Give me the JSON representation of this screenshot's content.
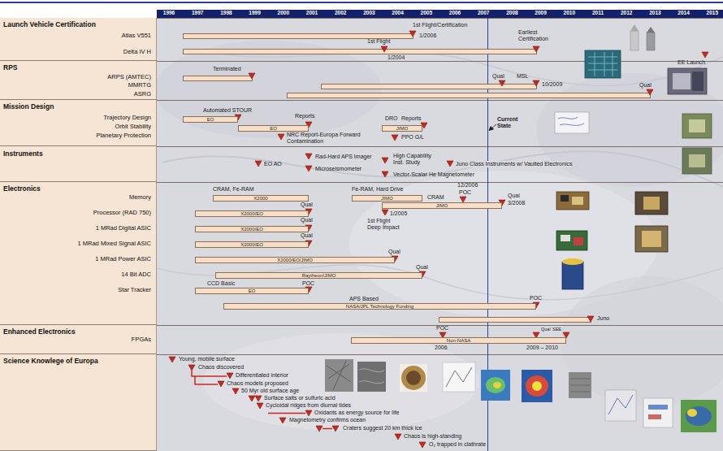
{
  "diagram": {
    "nodes": [
      {
        "text": [
          "Launch Vehicle Certification",
          "Atlas V551",
          "Delta IV H"
        ]
      },
      {
        "text": [
          "RPS",
          "ARPS (AMTEC)",
          "MMRTG",
          "ASRG"
        ]
      },
      {
        "text": [
          "Mission Design",
          "Trajectory Design",
          "Orbit Stability",
          "Planetary Protection"
        ]
      },
      {
        "text": [
          "Instruments"
        ]
      },
      {
        "text": [
          "Electronics",
          "Memory",
          "Processor (RAD 750)",
          "1 MRad Digital ASIC",
          "1 MRad Mixed Signal ASIC",
          "1 MRad Power ASIC",
          "14 Bit ADC",
          "Star Tracker"
        ]
      },
      {
        "text": [
          "Enhanced Electronics",
          "FPGAs"
        ]
      },
      {
        "text": [
          "Science Knowlege of Europa"
        ]
      },
      {
        "text": [
          "EO"
        ]
      },
      {
        "text": [
          "EO"
        ]
      },
      {
        "text": [
          "JIMO"
        ]
      },
      {
        "text": [
          "X2000"
        ]
      },
      {
        "text": [
          "JIMO"
        ]
      },
      {
        "text": [
          "JIMO"
        ]
      },
      {
        "text": [
          "X2000/EO"
        ]
      },
      {
        "text": [
          "X2000/EO"
        ]
      },
      {
        "text": [
          "X2000/EO"
        ]
      },
      {
        "text": [
          "X2000/EO/JIMO"
        ]
      },
      {
        "text": [
          "Raytheon/JIMO"
        ]
      },
      {
        "text": [
          "EO"
        ]
      },
      {
        "text": [
          "NASA/JPL Technology Funding"
        ]
      },
      {
        "text": [
          "Non-NASA"
        ]
      }
    ],
    "labels": [
      "1996",
      "1997",
      "1998",
      "1999",
      "2000",
      "2001",
      "2002",
      "2003",
      "2004",
      "2005",
      "2006",
      "2007",
      "2008",
      "2009",
      "2010",
      "2011",
      "2012",
      "2013",
      "2014",
      "2015",
      "1st Flight/Certification",
      "1/2006",
      "1st Flight",
      "1/2004",
      "Earliest Certification",
      "EE Launch",
      "Terminated",
      "Qual",
      "MSL",
      "10/2009",
      "Qual",
      "Automated STOUR",
      "Reports",
      "NRC Report-Europa Forward Contamination",
      "DRO",
      "Reports",
      "PPO G/L",
      "Current State",
      "EO AO",
      "Rad-Hard APS Imager",
      "Microseismometer",
      "High Capability Inst. Study",
      "Juno Class Instruments w/ Vaulted Electronics",
      "Vector-Scalar He Magnetometer",
      "CRAM, Fe-RAM",
      "Fe-RAM, Hard Drive",
      "CRAM",
      "12/2006",
      "POC",
      "Qual",
      "3/2008",
      "Qual",
      "1/2005",
      "1st Flight Deep Impact",
      "Qual",
      "Qual",
      "Qual",
      "Qual",
      "CCD Basic",
      "POC",
      "APS Based",
      "POC",
      "Juno",
      "POC",
      "2006",
      "Qual",
      "SEE",
      "2009 – 2010",
      "Young, mobile surface",
      "Chaos discovered",
      "Differentiated interior",
      "Chaos models proposed",
      "50 Myr old surface age",
      "Surface salts or sulfuric acid",
      "Cycloidal ridges from diurnal tides",
      "Oxidants as energy source for life",
      "Magnetometry confirms ocean",
      "Craters suggest 20 km thick ice",
      "Chaos is high-standing",
      "O₂ trapped in clathrate"
    ]
  }
}
